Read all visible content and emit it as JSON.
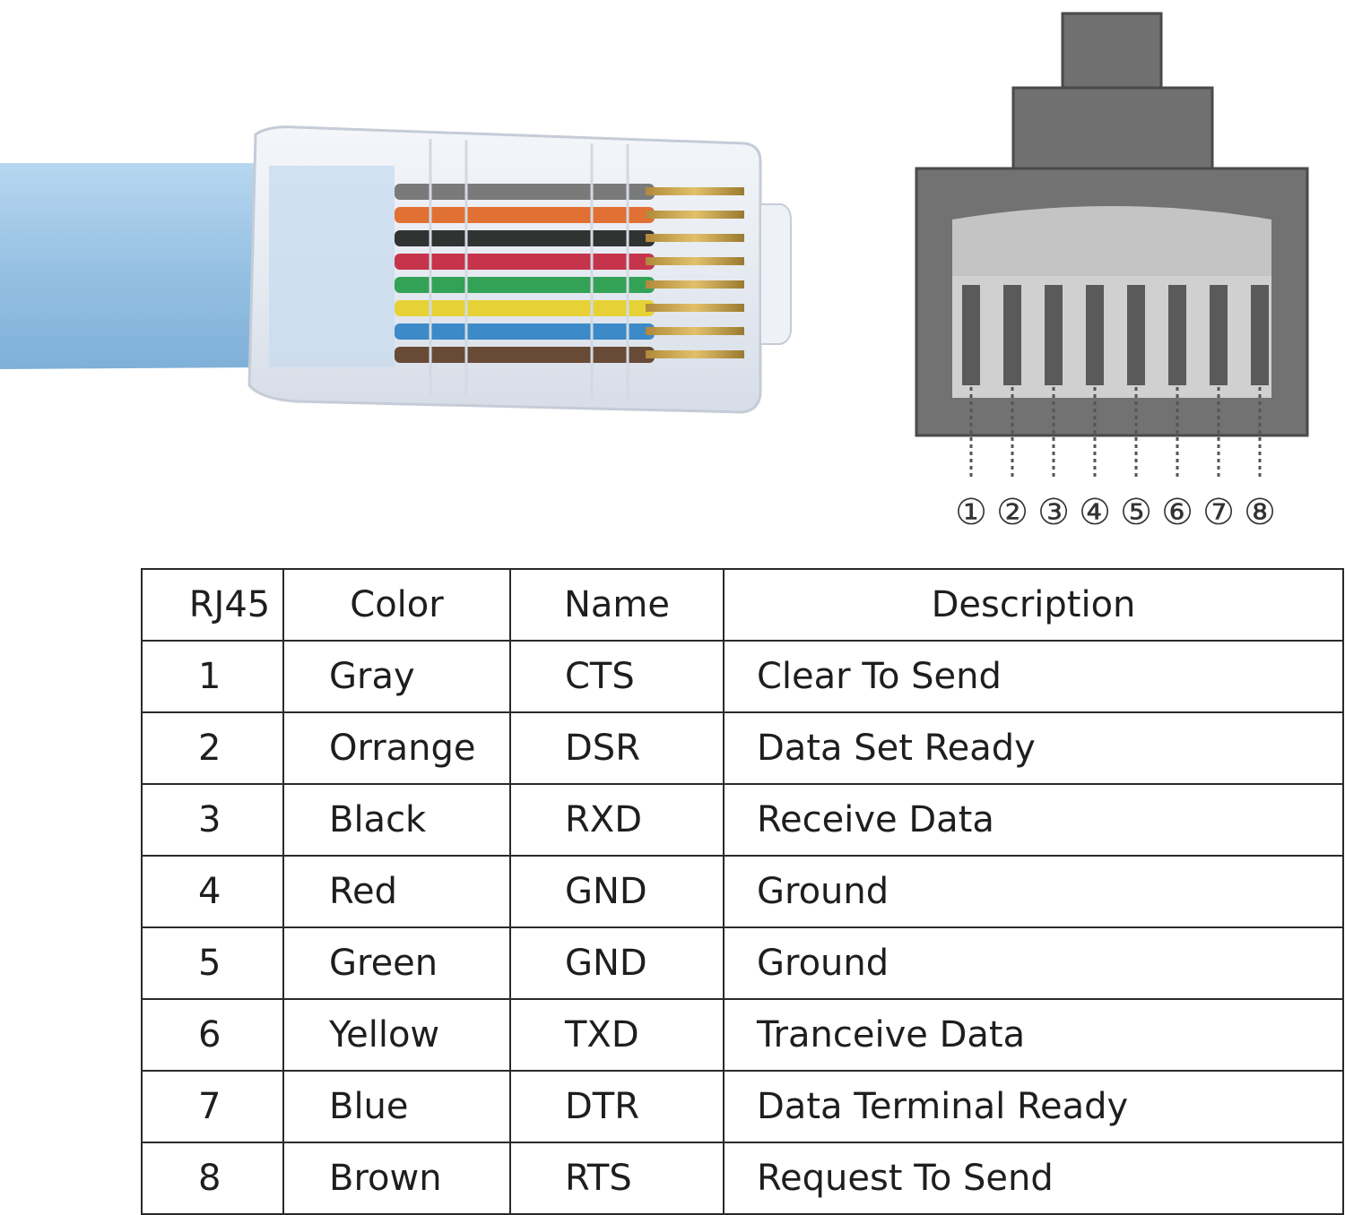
{
  "diagram": {
    "pin_labels": [
      "①",
      "②",
      "③",
      "④",
      "⑤",
      "⑥",
      "⑦",
      "⑧"
    ]
  },
  "photo": {
    "wire_colors": [
      "#6d6d6d",
      "#e0621f",
      "#1d1d1d",
      "#c2203a",
      "#1f9a46",
      "#e7cf22",
      "#2a7fc3",
      "#5b3a22"
    ],
    "jacket_color": "#9cc5e6"
  },
  "table": {
    "headers": [
      "RJ45",
      "Color",
      "Name",
      "Description"
    ],
    "rows": [
      {
        "pin": "1",
        "color": "Gray",
        "name": "CTS",
        "description": "Clear To Send"
      },
      {
        "pin": "2",
        "color": "Orrange",
        "name": "DSR",
        "description": "Data Set Ready"
      },
      {
        "pin": "3",
        "color": "Black",
        "name": "RXD",
        "description": "Receive Data"
      },
      {
        "pin": "4",
        "color": "Red",
        "name": "GND",
        "description": "Ground"
      },
      {
        "pin": "5",
        "color": "Green",
        "name": "GND",
        "description": "Ground"
      },
      {
        "pin": "6",
        "color": "Yellow",
        "name": "TXD",
        "description": "Tranceive  Data"
      },
      {
        "pin": "7",
        "color": "Blue",
        "name": "DTR",
        "description": "Data Terminal Ready"
      },
      {
        "pin": "8",
        "color": "Brown",
        "name": "RTS",
        "description": "Request To Send"
      }
    ]
  }
}
